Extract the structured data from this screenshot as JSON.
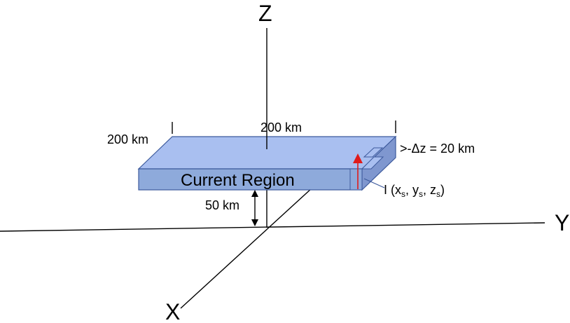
{
  "axes": {
    "z": "Z",
    "y": "Y",
    "x": "X"
  },
  "region": {
    "label": "Current Region",
    "width_label": "200 km",
    "depth_label": "200 km",
    "thickness_label": ">-Δz = 20 km",
    "height_label": "50 km"
  },
  "source": {
    "label_prefix": "I (x",
    "sub_s": "s",
    "sep1": ", y",
    "sep2": ", z",
    "label_close": ")"
  },
  "colors": {
    "slab_top": "#a9bff0",
    "slab_front": "#8eaadb",
    "slab_side": "#7f97cf",
    "slab_edge": "#3d5a9c",
    "current_arrow": "#e01b1b"
  }
}
